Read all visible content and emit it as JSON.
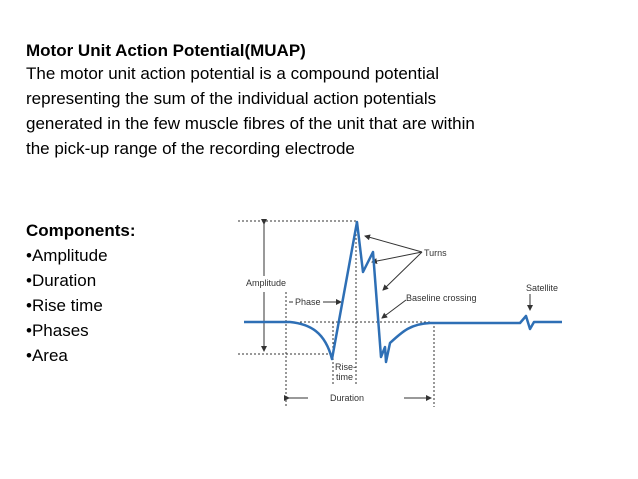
{
  "title": "Motor Unit Action Potential(MUAP)",
  "description_lines": [
    "The motor unit action potential is a compound potential",
    "representing the sum of the individual action potentials",
    "generated in the few muscle fibres of the unit that are within",
    "the pick-up range of the recording electrode"
  ],
  "components": {
    "heading": "Components:",
    "items": [
      "•Amplitude",
      "•Duration",
      "•Rise time",
      "•Phases",
      "•Area"
    ]
  },
  "diagram": {
    "labels": {
      "amplitude": "Amplitude",
      "phase": "Phase",
      "turns": "Turns",
      "baseline_crossing": "Baseline crossing",
      "satellite": "Satellite",
      "rise": "Rise-",
      "time": "time",
      "duration": "Duration"
    },
    "colors": {
      "waveform": "#2e6fb5",
      "annotation": "#333333"
    }
  }
}
